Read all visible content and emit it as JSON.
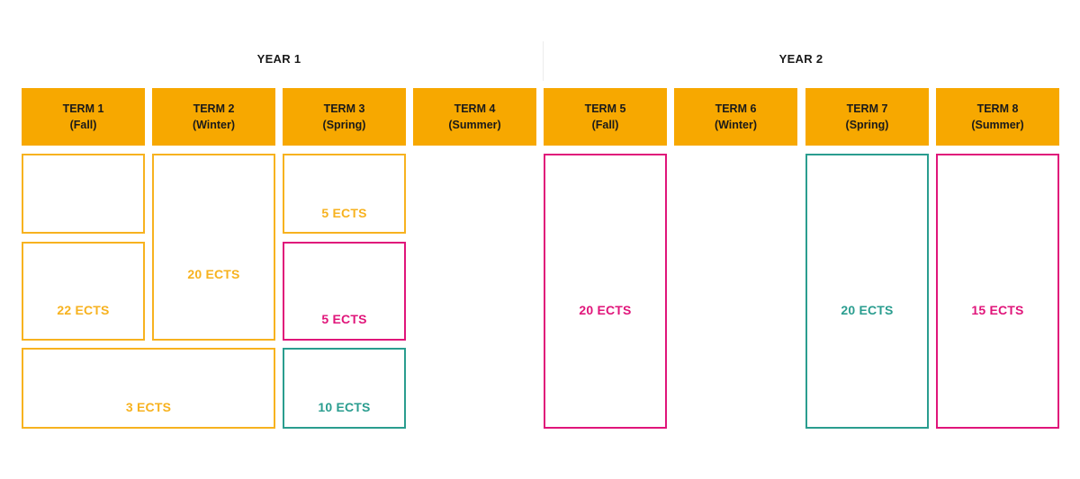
{
  "years": [
    "YEAR 1",
    "YEAR 2"
  ],
  "terms": [
    {
      "label": "TERM 1",
      "season": "(Fall)"
    },
    {
      "label": "TERM 2",
      "season": "(Winter)"
    },
    {
      "label": "TERM 3",
      "season": "(Spring)"
    },
    {
      "label": "TERM 4",
      "season": "(Summer)"
    },
    {
      "label": "TERM 5",
      "season": "(Fall)"
    },
    {
      "label": "TERM 6",
      "season": "(Winter)"
    },
    {
      "label": "TERM 7",
      "season": "(Spring)"
    },
    {
      "label": "TERM 8",
      "season": "(Summer)"
    }
  ],
  "blocks": {
    "t1_bottom": "22 ECTS",
    "t2_block": "20 ECTS",
    "t3_top": "5 ECTS",
    "t3_middle": "5 ECTS",
    "t1_t2_wide": "3 ECTS",
    "t3_bottom": "10 ECTS",
    "t5_block": "20 ECTS",
    "t7_block": "20 ECTS",
    "t8_block": "15 ECTS"
  },
  "colors": {
    "header": "#f7a800",
    "core": "#f7b21f",
    "magenta": "#e0157a",
    "teal": "#2a9d8f"
  }
}
